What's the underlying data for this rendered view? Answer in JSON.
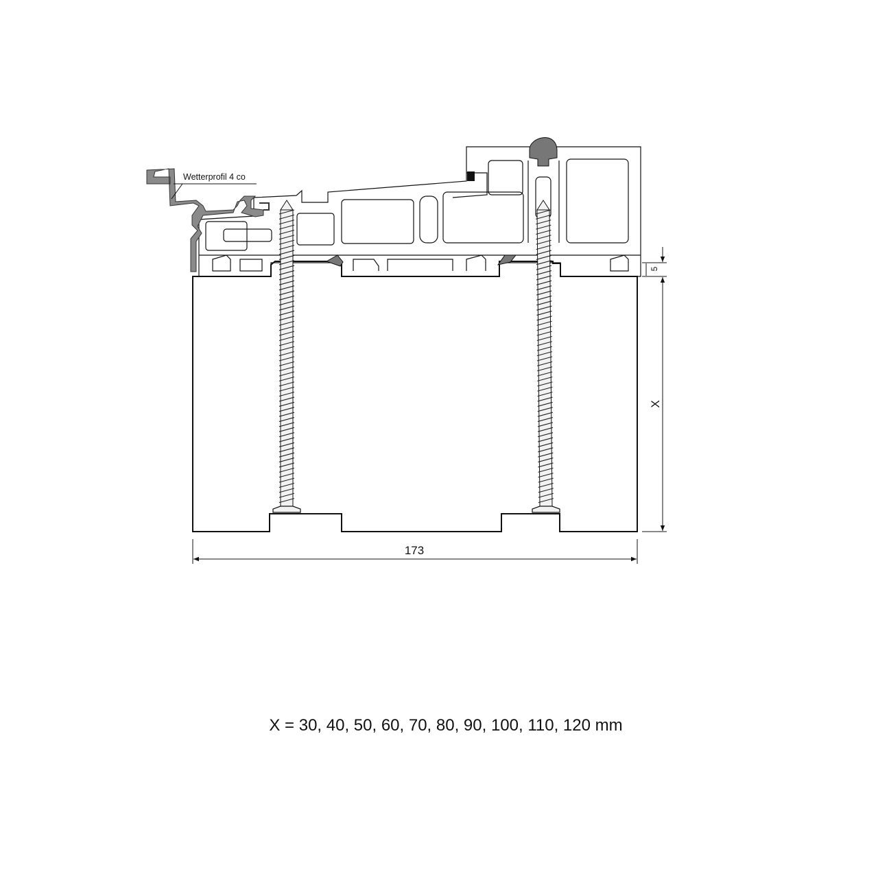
{
  "labels": {
    "callout": "Wetterprofil 4 co",
    "dim_width": "173",
    "dim_gap": "5",
    "dim_height": "X"
  },
  "formula": "X = 30, 40, 50, 60, 70, 80, 90, 100, 110, 120 mm",
  "colors": {
    "line": "#111111",
    "aluminium_profile": "#8a8a8a",
    "gasket": "#777777",
    "screw_fill": "#f2f2f2"
  }
}
